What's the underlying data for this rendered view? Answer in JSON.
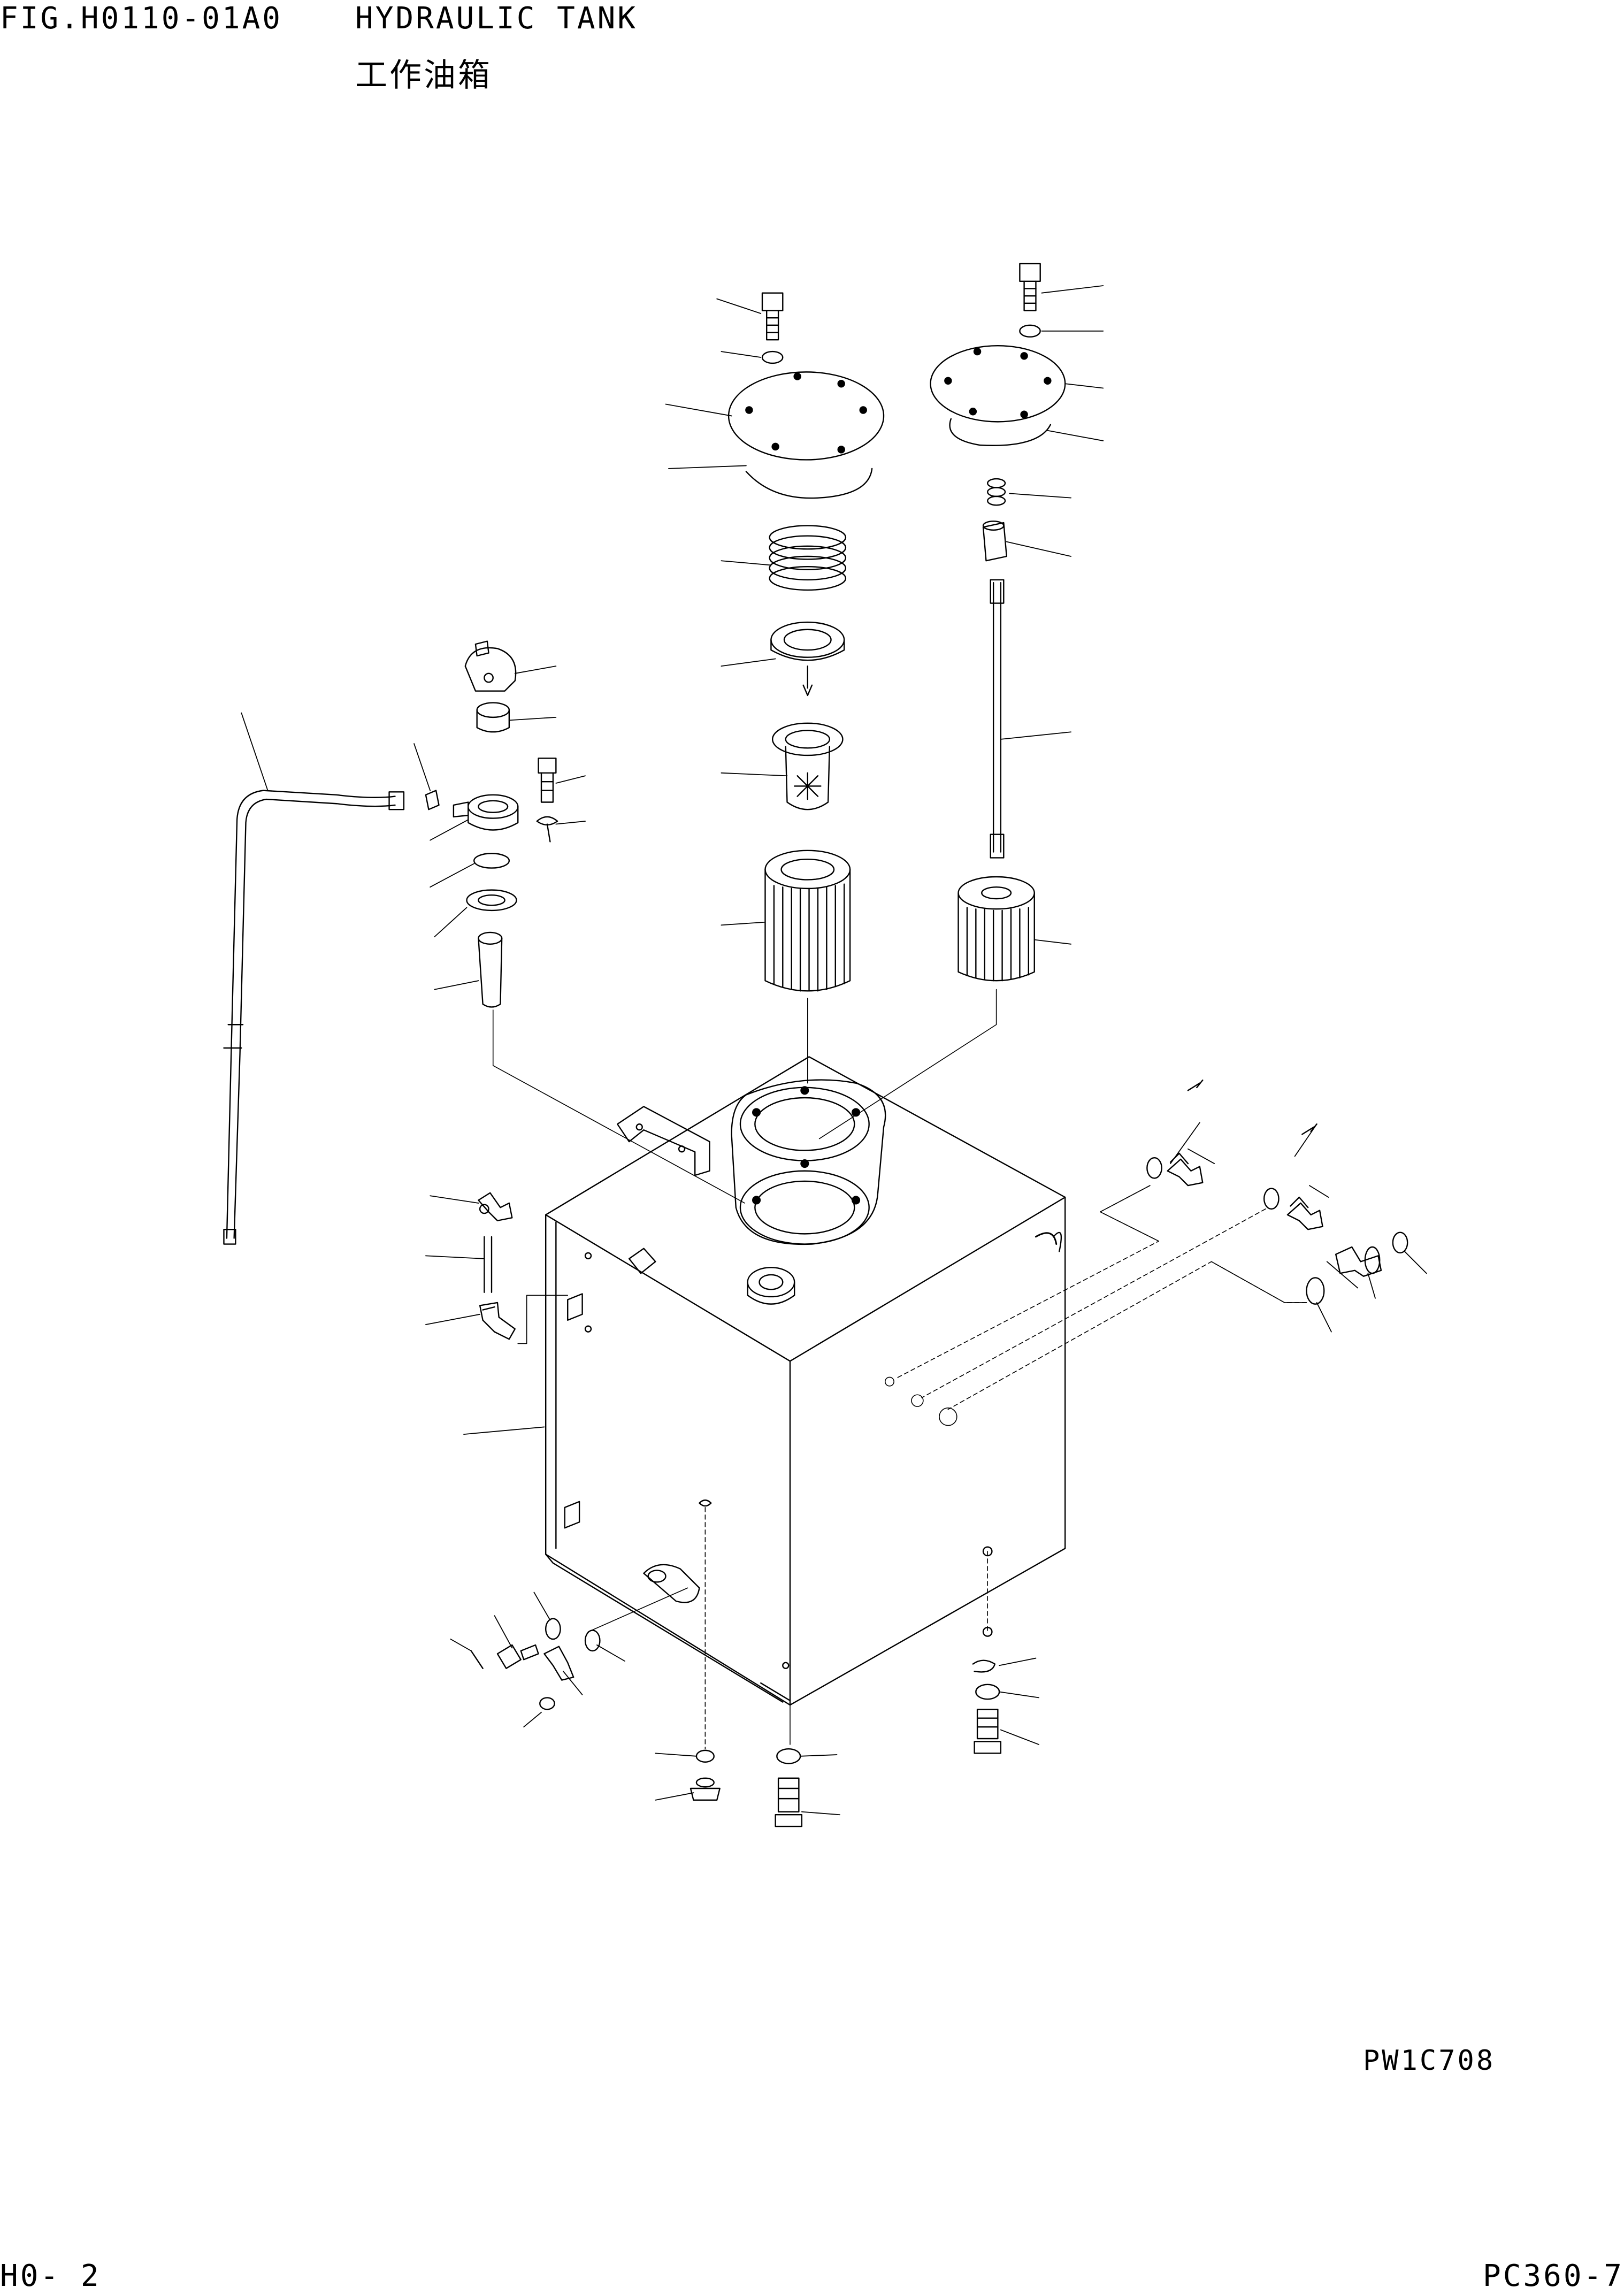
{
  "header": {
    "figure_id": "FIG.H0110-01A0",
    "title_en": "HYDRAULIC TANK",
    "title_jp": "工作油箱"
  },
  "drawing": {
    "drawing_id": "PW1C708"
  },
  "footer": {
    "page": "H0-   2",
    "model": "PC360-7"
  }
}
